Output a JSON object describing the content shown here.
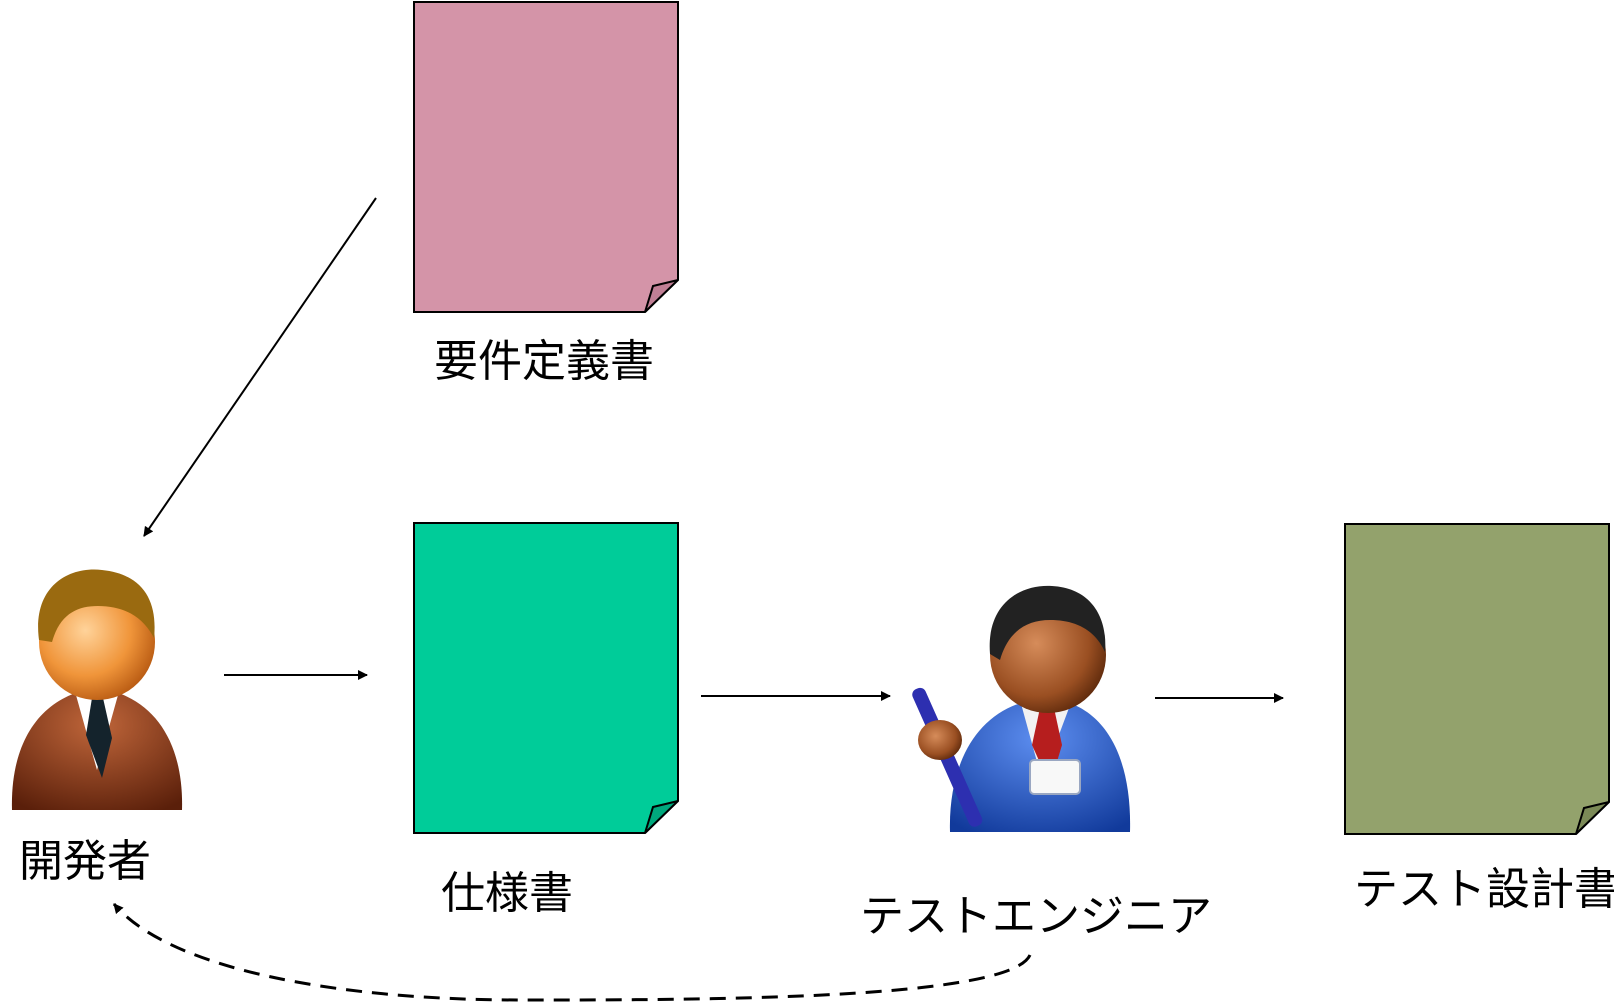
{
  "documents": {
    "requirements": {
      "label": "要件定義書",
      "color": "#d494a8",
      "fold_color": "#c07f95"
    },
    "specification": {
      "label": "仕様書",
      "color": "#00cc99",
      "fold_color": "#00a87d"
    },
    "test_design": {
      "label": "テスト設計書",
      "color": "#93a26c",
      "fold_color": "#7b8a57"
    }
  },
  "people": {
    "developer": {
      "label": "開発者",
      "icon": "businessman-icon",
      "suit_color": "#8b3a1c",
      "hair_color": "#9a6a10"
    },
    "test_engineer": {
      "label": "テストエンジニア",
      "icon": "engineer-with-pen-icon",
      "suit_color": "#1f4fc9",
      "hair_color": "#222222"
    }
  },
  "connectors": {
    "requirements_to_developer": {
      "style": "solid"
    },
    "developer_to_specification": {
      "style": "solid"
    },
    "specification_to_test_engineer": {
      "style": "solid"
    },
    "test_engineer_to_test_design": {
      "style": "solid"
    },
    "test_engineer_feedback_to_developer": {
      "style": "dashed"
    }
  }
}
